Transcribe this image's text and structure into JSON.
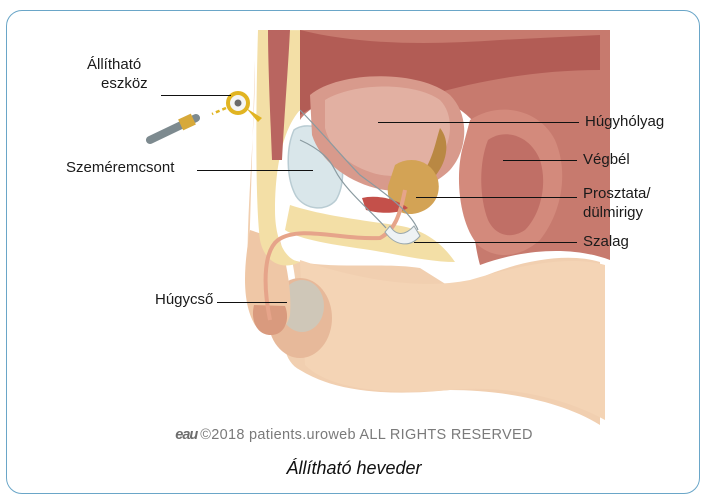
{
  "labels": {
    "adjustable_device_line1": "Állítható",
    "adjustable_device_line2": "eszköz",
    "pubic_bone": "Szeméremcsont",
    "urethra": "Húgycső",
    "bladder": "Húgyhólyag",
    "rectum": "Végbél",
    "prostate_line1": "Prosztata/",
    "prostate_line2": "dülmirigy",
    "sling": "Szalag"
  },
  "footer": {
    "logo_text": "eau",
    "copyright": "©2018 patients.uroweb ALL RIGHTS RESERVED",
    "caption": "Állítható heveder"
  },
  "colors": {
    "frame_border": "#6aa6c8",
    "skin": "#f1cfb0",
    "fat": "#f3dfa6",
    "muscle": "#b96560",
    "bladder": "#d89a8c",
    "bone": "#d9e6ea",
    "prostate": "#d3a355",
    "sling": "#eef2f4"
  }
}
